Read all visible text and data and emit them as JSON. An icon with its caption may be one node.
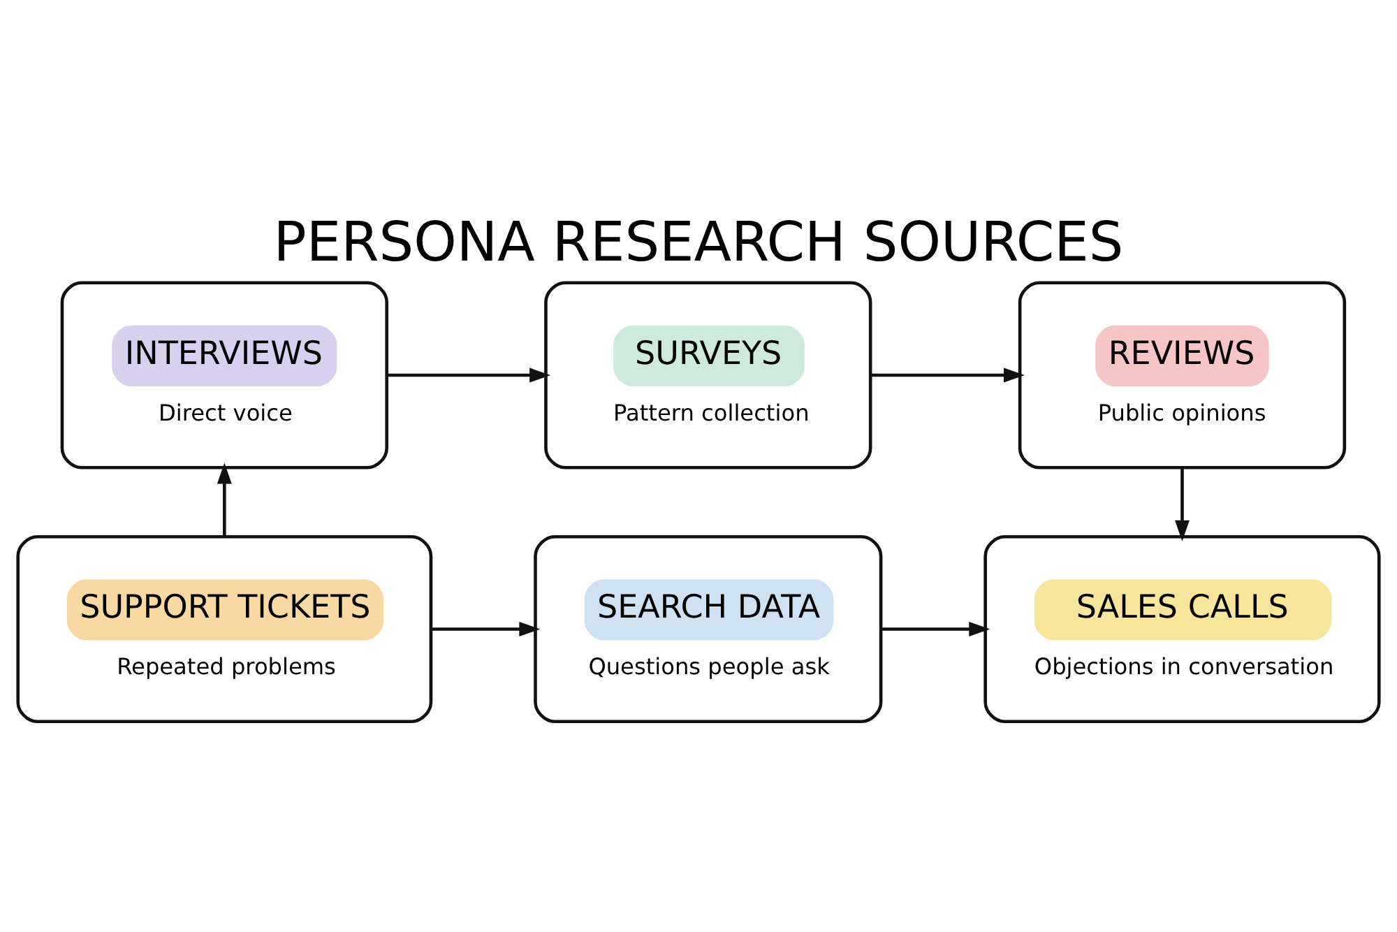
{
  "diagram": {
    "title": "PERSONA RESEARCH SOURCES",
    "nodes": [
      {
        "text": [
          "INTERVIEWS",
          "Direct voice"
        ]
      },
      {
        "text": [
          "SURVEYS",
          "Pattern collection"
        ]
      },
      {
        "text": [
          "REVIEWS",
          "Public opinions"
        ]
      },
      {
        "text": [
          "SUPPORT TICKETS",
          "Repeated problems"
        ]
      },
      {
        "text": [
          "SEARCH DATA",
          "Questions people ask"
        ]
      },
      {
        "text": [
          "SALES CALLS",
          "Objections in conversation"
        ]
      }
    ],
    "edges": [
      {
        "from": 0,
        "to": 1,
        "arrow": "to"
      },
      {
        "from": 1,
        "to": 2,
        "arrow": "to"
      },
      {
        "from": 2,
        "to": 5,
        "arrow": "to"
      },
      {
        "from": 3,
        "to": 4,
        "arrow": "to"
      },
      {
        "from": 4,
        "to": 5,
        "arrow": "to"
      },
      {
        "from": 3,
        "to": 0,
        "arrow": "to"
      }
    ]
  }
}
